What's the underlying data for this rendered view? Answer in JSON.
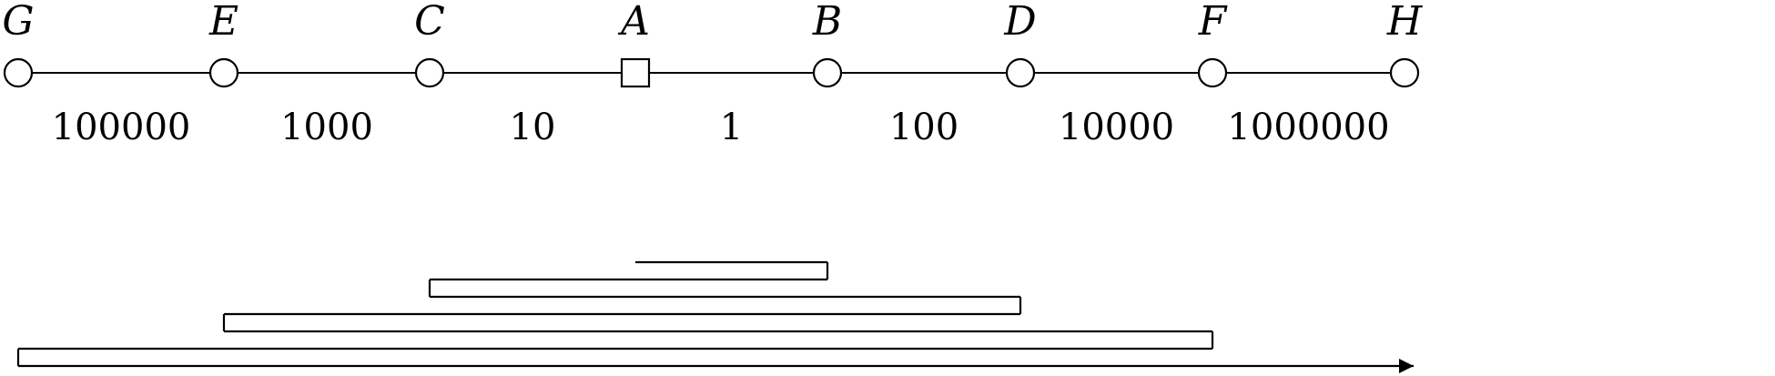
{
  "diagram": {
    "nodes": [
      {
        "id": "G",
        "label": "G",
        "shape": "circle"
      },
      {
        "id": "E",
        "label": "E",
        "shape": "circle"
      },
      {
        "id": "C",
        "label": "C",
        "shape": "circle"
      },
      {
        "id": "A",
        "label": "A",
        "shape": "square"
      },
      {
        "id": "B",
        "label": "B",
        "shape": "circle"
      },
      {
        "id": "D",
        "label": "D",
        "shape": "circle"
      },
      {
        "id": "F",
        "label": "F",
        "shape": "circle"
      },
      {
        "id": "H",
        "label": "H",
        "shape": "circle"
      }
    ],
    "edges": [
      {
        "from": "G",
        "to": "E",
        "weight": "100000"
      },
      {
        "from": "E",
        "to": "C",
        "weight": "1000"
      },
      {
        "from": "C",
        "to": "A",
        "weight": "10"
      },
      {
        "from": "A",
        "to": "B",
        "weight": "1"
      },
      {
        "from": "B",
        "to": "D",
        "weight": "100"
      },
      {
        "from": "D",
        "to": "F",
        "weight": "10000"
      },
      {
        "from": "F",
        "to": "H",
        "weight": "1000000"
      }
    ],
    "walk": {
      "stages": [
        {
          "from": "A",
          "to": "B"
        },
        {
          "from": "B",
          "to": "C"
        },
        {
          "from": "C",
          "to": "D"
        },
        {
          "from": "D",
          "to": "E"
        },
        {
          "from": "E",
          "to": "F"
        },
        {
          "from": "F",
          "to": "G"
        },
        {
          "from": "G",
          "to": "H"
        }
      ]
    }
  }
}
